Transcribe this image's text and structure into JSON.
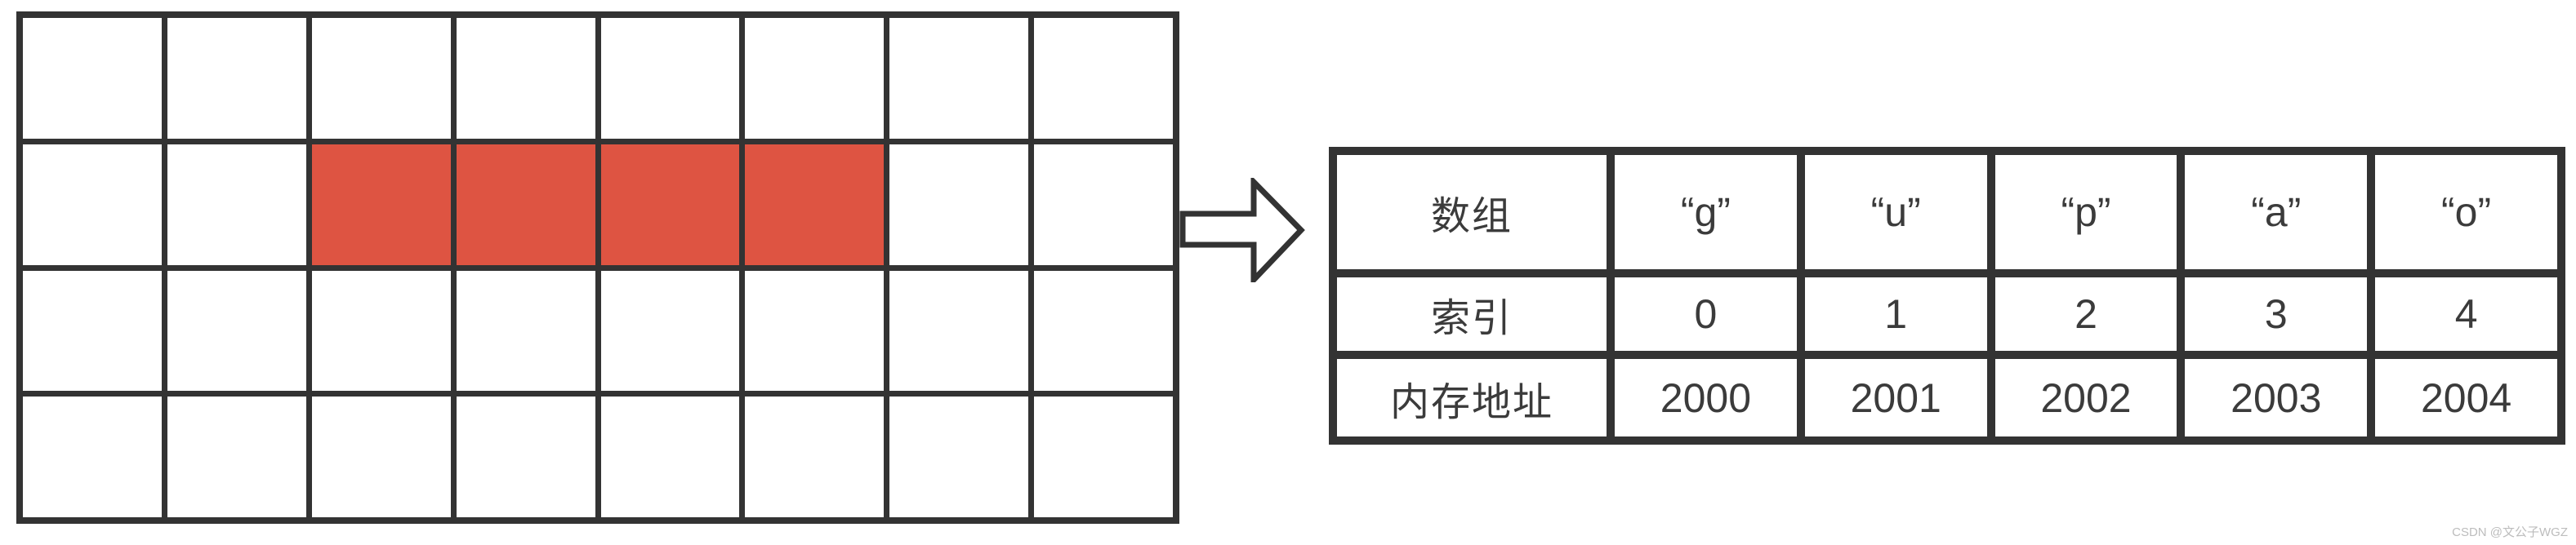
{
  "colors": {
    "line": "#333333",
    "highlight": "#de5442",
    "text": "#3b3b3b",
    "watermark": "#bdbdbd"
  },
  "memory_grid": {
    "rows": 4,
    "cols": 8,
    "highlight": {
      "row_index": 1,
      "col_start": 2,
      "col_end": 5
    }
  },
  "arrow_icon": "block-arrow-right",
  "array_table": {
    "rows": [
      {
        "label": "数组",
        "cells": [
          "“g”",
          "“u”",
          "“p”",
          "“a”",
          "“o”"
        ]
      },
      {
        "label": "索引",
        "cells": [
          "0",
          "1",
          "2",
          "3",
          "4"
        ]
      },
      {
        "label": "内存地址",
        "cells": [
          "2000",
          "2001",
          "2002",
          "2003",
          "2004"
        ]
      }
    ]
  },
  "watermark": "CSDN @文公子WGZ"
}
